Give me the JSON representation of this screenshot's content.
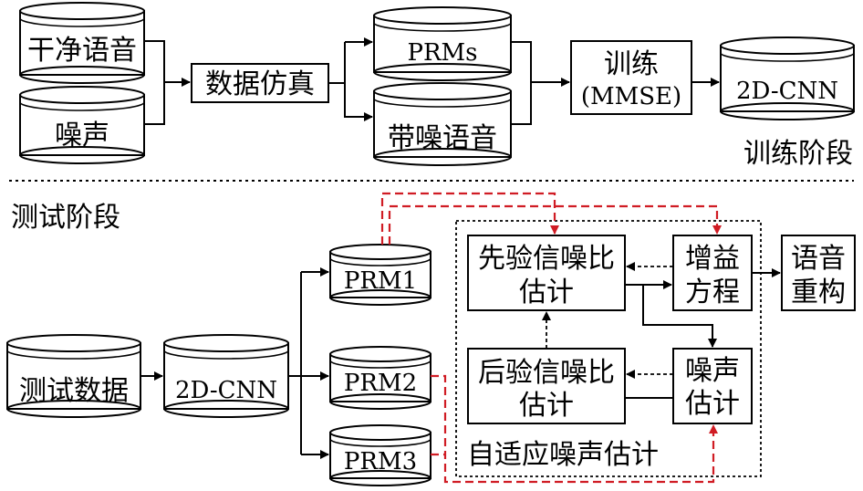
{
  "colors": {
    "ink": "#000000",
    "highlight_arrow": "#d01c24"
  },
  "training": {
    "stage_label": "训练阶段",
    "clean_speech": "干净语音",
    "noise": "噪声",
    "data_simulation": "数据仿真",
    "prms": "PRMs",
    "noisy_speech": "带噪语音",
    "train_line1": "训练",
    "train_line2": "(MMSE)",
    "cnn_output": "2D-CNN"
  },
  "testing": {
    "stage_label": "测试阶段",
    "test_data": "测试数据",
    "cnn": "2D-CNN",
    "prm1": "PRM1",
    "prm2": "PRM2",
    "prm3": "PRM3",
    "prior_snr_line1": "先验信噪比",
    "prior_snr_line2": "估计",
    "post_snr_line1": "后验信噪比",
    "post_snr_line2": "估计",
    "gain_line1": "增益",
    "gain_line2": "方程",
    "noise_est_line1": "噪声",
    "noise_est_line2": "估计",
    "adaptive_label": "自适应噪声估计",
    "reconstruction_line1": "语音",
    "reconstruction_line2": "重构"
  }
}
